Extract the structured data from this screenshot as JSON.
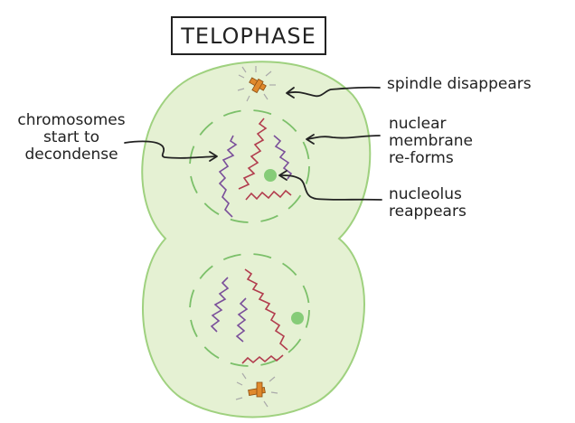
{
  "title": "TELOPHASE",
  "labels": {
    "spindle": [
      "spindle disappears"
    ],
    "chromosomes": [
      "chromosomes",
      "start to",
      "decondense"
    ],
    "nuclear": [
      "nuclear",
      "membrane",
      "re-forms"
    ],
    "nucleolus": [
      "nucleolus",
      "reappears"
    ]
  },
  "colors": {
    "cell_fill": "#e5f1d3",
    "cell_stroke": "#9fd17f",
    "nuclear_membrane": "#7cc06a",
    "nucleolus": "#86cc78",
    "chromosome_purple": "#7a4f9a",
    "chromosome_red": "#b23d4e",
    "centrosome": "#e0892c"
  }
}
